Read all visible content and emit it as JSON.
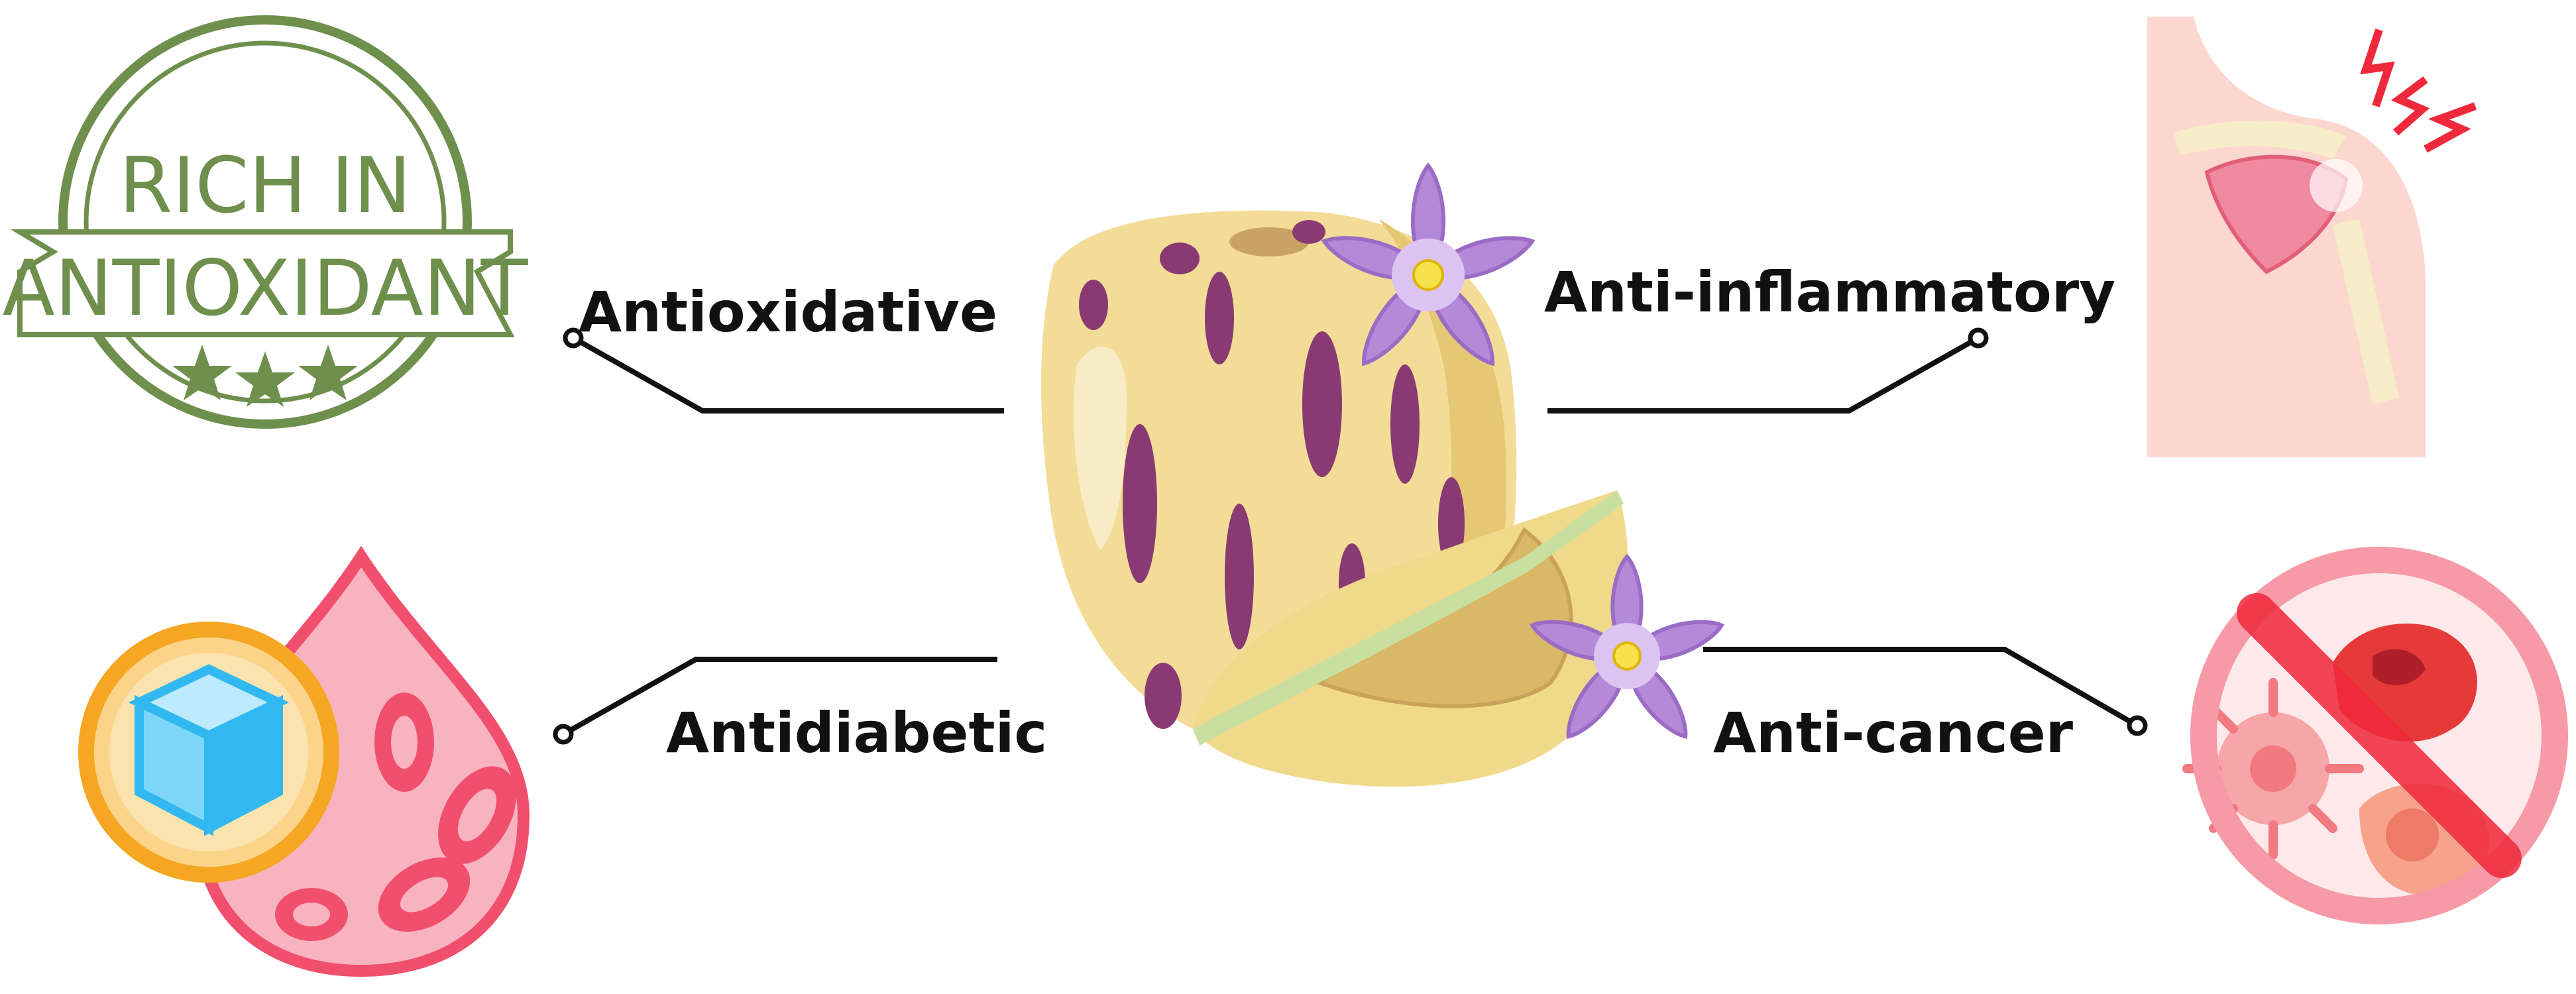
{
  "stamp": {
    "line1": "RICH IN",
    "line2": "ANTIOXIDANT",
    "color": "#6f8f4d"
  },
  "labels": {
    "antioxidative": "Antioxidative",
    "anti_inflammatory": "Anti-inflammatory",
    "antidiabetic": "Antidiabetic",
    "anti_cancer": "Anti-cancer"
  },
  "icons": {
    "top_left": "antioxidant-stamp-icon",
    "top_right": "shoulder-pain-icon",
    "bottom_left": "blood-sugar-icon",
    "bottom_right": "no-cancer-cells-icon",
    "center": "pepino-melon-icon"
  },
  "colors": {
    "text": "#111111",
    "connector": "#111111",
    "fruit_skin": "#f2dc97",
    "fruit_stripes": "#8a3a72",
    "flower": "#b48ad8",
    "blood": "#f0506e",
    "sugar_cube": "#31b8f0",
    "sugar_ring": "#f5a623",
    "no_sign": "#f59aa6"
  }
}
